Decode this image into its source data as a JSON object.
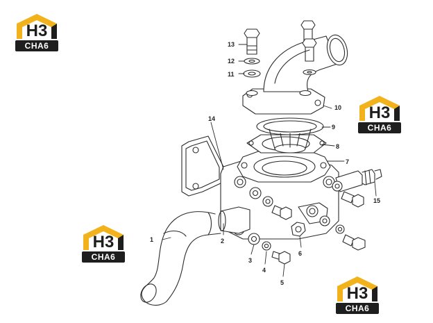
{
  "diagram": {
    "callouts": [
      "1",
      "2",
      "3",
      "4",
      "5",
      "6",
      "7",
      "8",
      "9",
      "10",
      "11",
      "12",
      "13",
      "14",
      "15"
    ]
  },
  "watermark": {
    "mark": "H3",
    "band": "CHA6"
  },
  "colors": {
    "logo_yellow": "#f2b21b",
    "logo_dark": "#1e1e1e",
    "line": "#2a2a2a"
  }
}
